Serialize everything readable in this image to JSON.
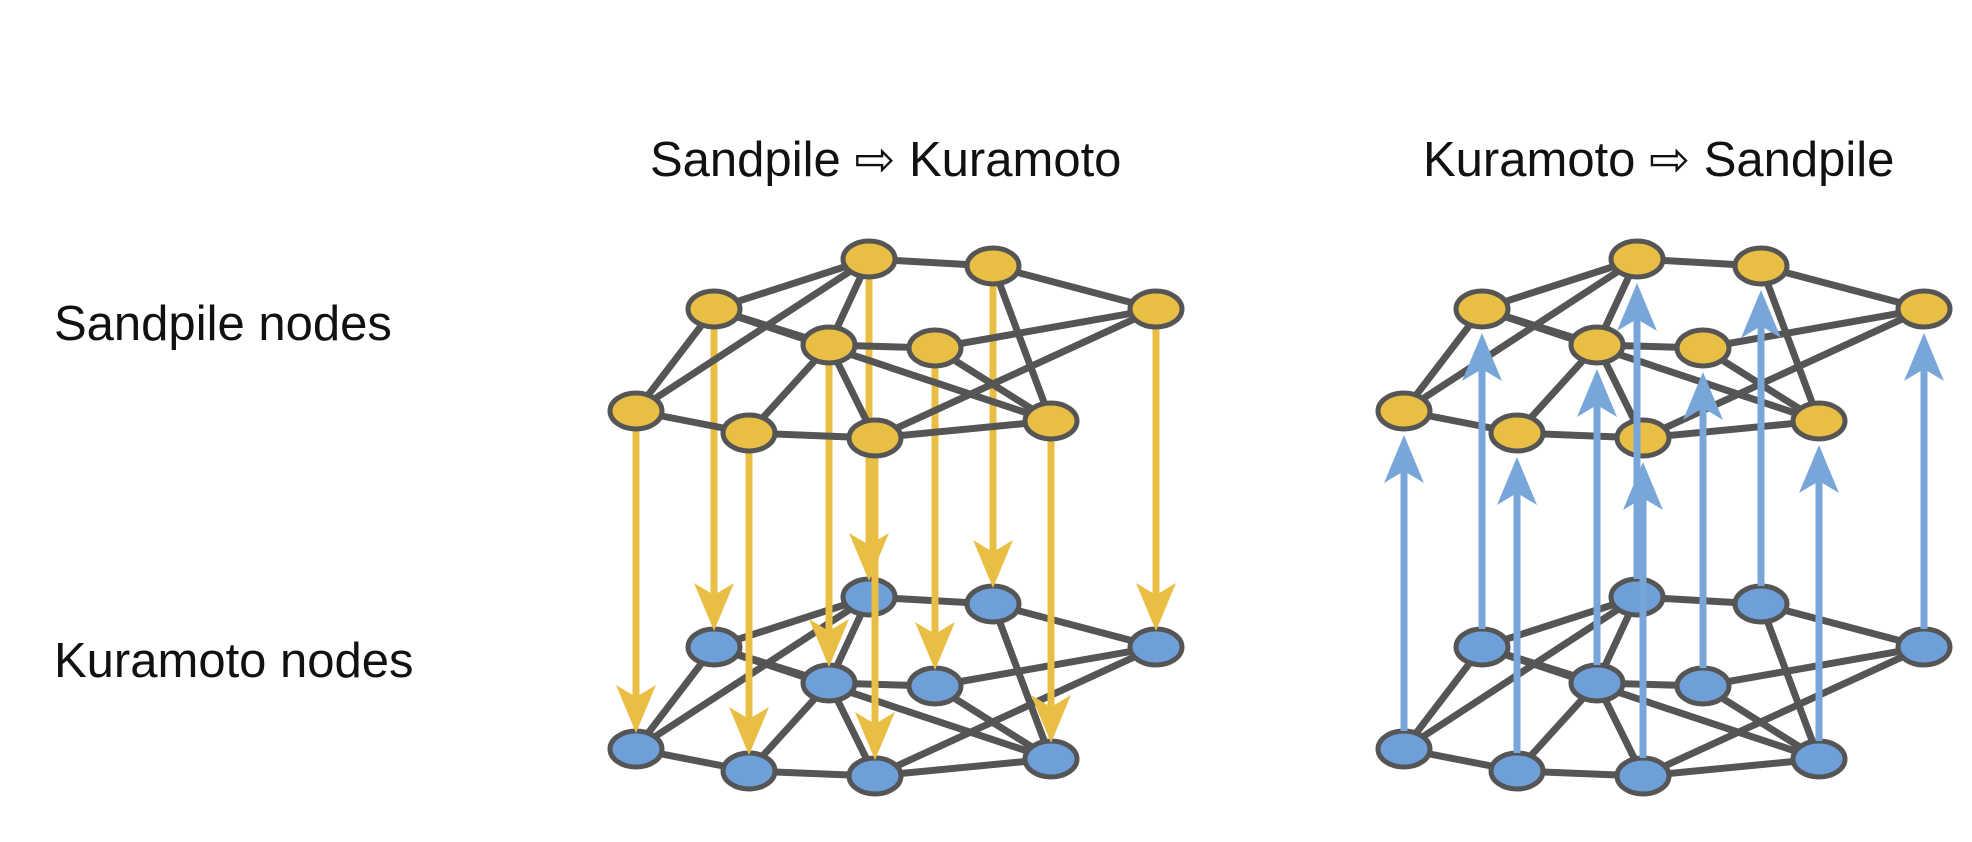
{
  "panels": [
    {
      "title": "Sandpile ⇨ Kuramoto",
      "direction": "down",
      "arrow_color": "#E8BE44"
    },
    {
      "title": "Kuramoto ⇨ Sandpile",
      "direction": "up",
      "arrow_color": "#79A6D8"
    }
  ],
  "layers": {
    "top_label": "Sandpile nodes",
    "bottom_label": "Kuramoto nodes",
    "top_node_color": "#E8BE44",
    "bottom_node_color": "#6F9FD8",
    "edge_color": "#555555"
  }
}
